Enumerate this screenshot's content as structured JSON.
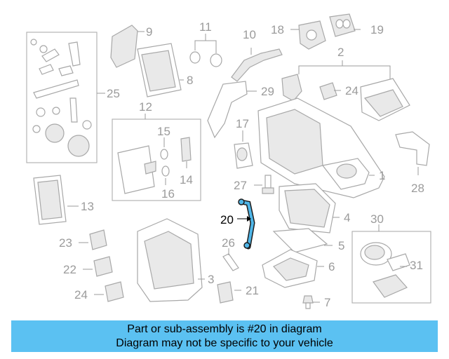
{
  "diagram": {
    "highlighted_part": "20",
    "highlight_color": "#4fb6e8",
    "labels": {
      "p1": "1",
      "p2": "2",
      "p3": "3",
      "p4": "4",
      "p5": "5",
      "p6": "6",
      "p7": "7",
      "p8": "8",
      "p9": "9",
      "p10": "10",
      "p11": "11",
      "p12": "12",
      "p13": "13",
      "p14": "14",
      "p15": "15",
      "p16": "16",
      "p17": "17",
      "p18": "18",
      "p19": "19",
      "p20": "20",
      "p21": "21",
      "p22": "22",
      "p23": "23",
      "p24a": "24",
      "p24b": "24",
      "p25": "25",
      "p26": "26",
      "p27": "27",
      "p28": "28",
      "p29": "29",
      "p30": "30",
      "p31": "31"
    }
  },
  "caption": {
    "line1": "Part or sub-assembly is #20 in diagram",
    "line2": "Diagram may not be specific to your vehicle",
    "background": "#5bc1f2"
  }
}
